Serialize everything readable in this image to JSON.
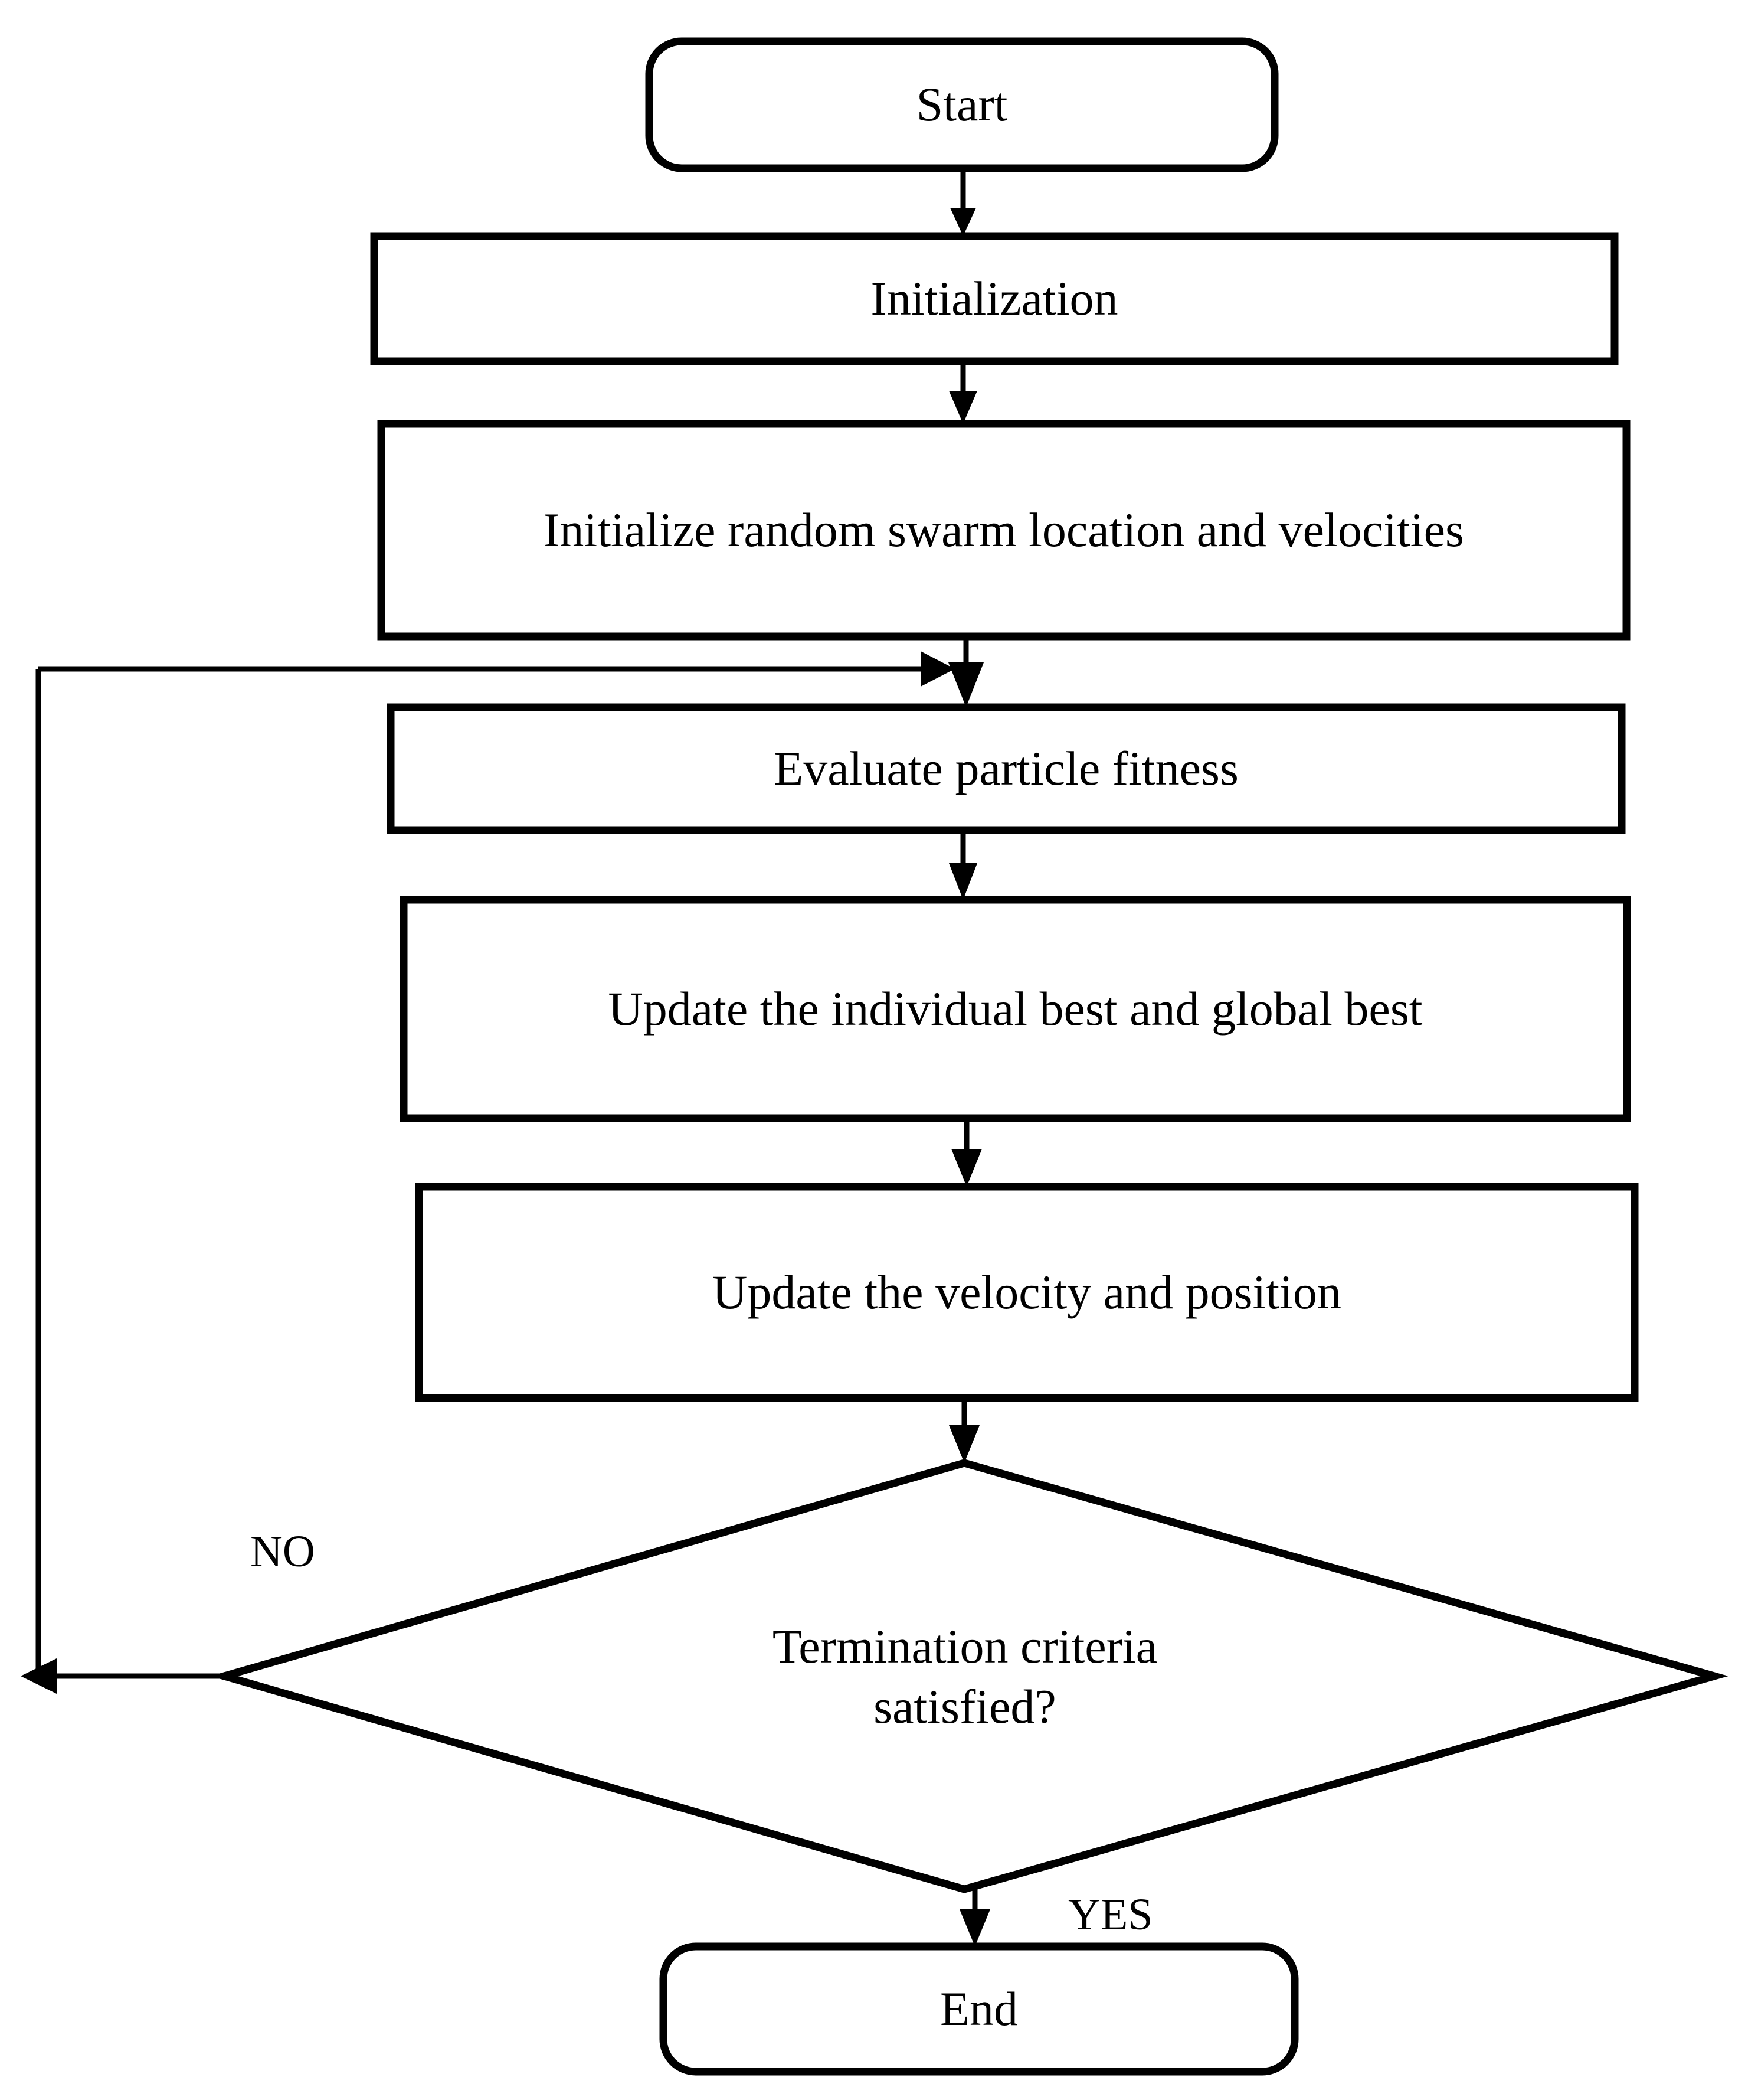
{
  "diagram": {
    "title": "Particle Swarm Optimization flowchart",
    "type": "flowchart",
    "background_color": "#ffffff",
    "stroke_color": "#000000",
    "text_color": "#000000",
    "nodes": [
      {
        "id": "start",
        "shape": "rounded-rectangle",
        "label": "Start"
      },
      {
        "id": "initialization",
        "shape": "rectangle",
        "label": "Initialization"
      },
      {
        "id": "init-swarm",
        "shape": "rectangle",
        "label": "Initialize random swarm location and velocities"
      },
      {
        "id": "evaluate",
        "shape": "rectangle",
        "label": "Evaluate particle fitness"
      },
      {
        "id": "update-best",
        "shape": "rectangle",
        "label": "Update the individual best and global best"
      },
      {
        "id": "update-vel",
        "shape": "rectangle",
        "label": "Update the velocity and position"
      },
      {
        "id": "decision",
        "shape": "diamond",
        "label": "Termination criteria\nsatisfied?"
      },
      {
        "id": "end",
        "shape": "rounded-rectangle",
        "label": "End"
      }
    ],
    "edges": [
      {
        "id": "e1",
        "from": "start",
        "to": "initialization",
        "label": ""
      },
      {
        "id": "e2",
        "from": "initialization",
        "to": "init-swarm",
        "label": ""
      },
      {
        "id": "e3",
        "from": "init-swarm",
        "to": "evaluate",
        "label": ""
      },
      {
        "id": "e4",
        "from": "evaluate",
        "to": "update-best",
        "label": ""
      },
      {
        "id": "e5",
        "from": "update-best",
        "to": "update-vel",
        "label": ""
      },
      {
        "id": "e6",
        "from": "update-vel",
        "to": "decision",
        "label": ""
      },
      {
        "id": "e7",
        "from": "decision",
        "to": "evaluate",
        "label": "NO"
      },
      {
        "id": "e8",
        "from": "decision",
        "to": "end",
        "label": "YES"
      }
    ],
    "labels": {
      "no": "NO",
      "yes": "YES"
    }
  }
}
